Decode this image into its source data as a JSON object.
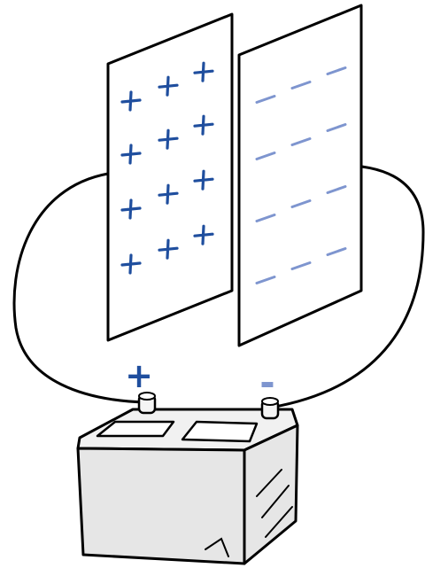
{
  "diagram": {
    "positive_plate": {
      "charge_sign": "+",
      "charge_rows": 4,
      "charges_per_row": 3,
      "charge_color": "#1f4e9e",
      "plate_fill": "#ffffff"
    },
    "negative_plate": {
      "charge_sign": "-",
      "charge_rows": 4,
      "charges_per_row": 3,
      "charge_color": "#7e95cf",
      "plate_fill": "#ffffff"
    },
    "battery": {
      "positive_terminal_label": "+",
      "negative_terminal_label": "-",
      "positive_label_color": "#1f4e9e",
      "negative_label_color": "#7e95cf",
      "body_color": "#e6e6e6",
      "top_color": "#f1f1f1"
    },
    "wire_color": "#000000",
    "outline_color": "#000000"
  }
}
